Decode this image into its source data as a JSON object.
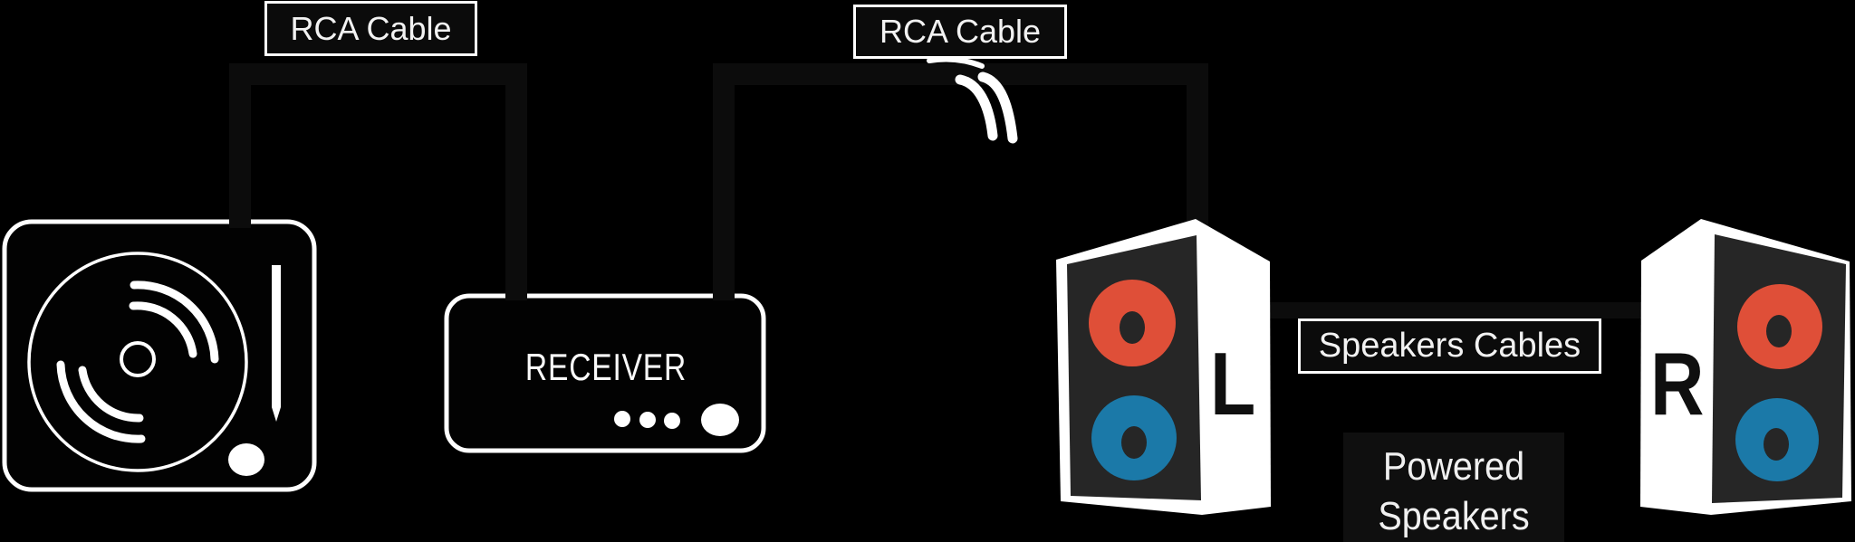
{
  "labels": {
    "rca_cable_left": "RCA Cable",
    "rca_cable_right": "RCA Cable",
    "speakers_cables": "Speakers Cables",
    "powered_speakers_line1": "Powered",
    "powered_speakers_line2": "Speakers"
  },
  "devices": {
    "receiver_label": "RECEIVER",
    "left_speaker_letter": "L",
    "right_speaker_letter": "R"
  },
  "icons": {
    "turntable": "turntable-icon",
    "receiver": "receiver-icon",
    "left_speaker": "speaker-left-icon",
    "right_speaker": "speaker-right-icon",
    "cable_swoosh": "cable-swoosh-icon"
  },
  "colors": {
    "background": "#000000",
    "cable": "#0c0c0c",
    "label_box_fill": "#0b0b0b",
    "label_border": "#ffffff",
    "label_text": "#f2f2f2",
    "device_fill": "#020202",
    "device_outline": "#ffffff",
    "speaker_side": "#ffffff",
    "speaker_face": "#262626",
    "driver_red": "#df4f38",
    "driver_blue": "#1b79a8",
    "speaker_letter": "#0f0f0f",
    "powered_backdrop": "#0f0f0f"
  }
}
